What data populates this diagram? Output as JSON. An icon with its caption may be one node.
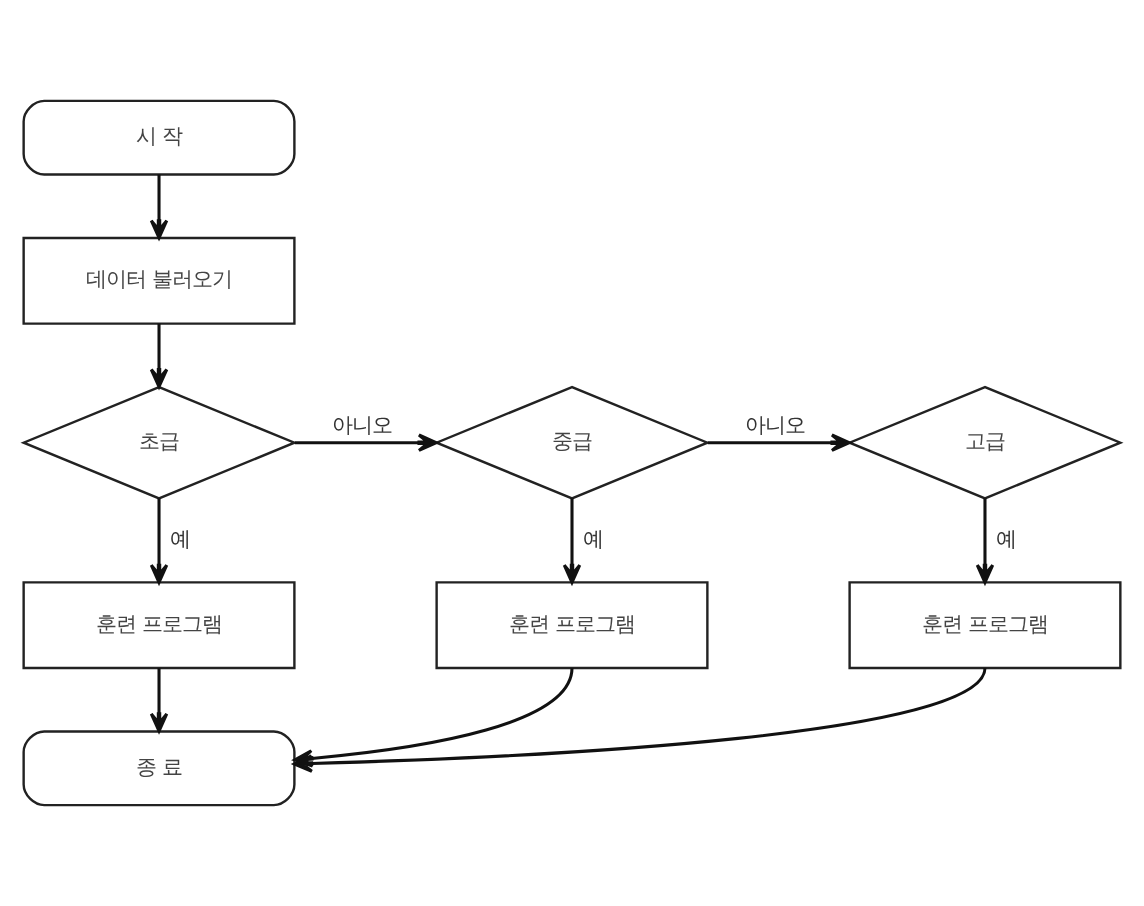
{
  "diagram": {
    "nodes": [
      {
        "text": [
          "시 작"
        ]
      },
      {
        "text": [
          "데이터 불러오기"
        ]
      },
      {
        "text": [
          "초급"
        ]
      },
      {
        "text": [
          "중급"
        ]
      },
      {
        "text": [
          "고급"
        ]
      },
      {
        "text": [
          "훈련 프로그램"
        ]
      },
      {
        "text": [
          "훈련 프로그램"
        ]
      },
      {
        "text": [
          "훈련 프로그램"
        ]
      },
      {
        "text": [
          "종 료"
        ]
      }
    ],
    "edges": [
      {
        "from": 0,
        "to": 1,
        "arrow": "to"
      },
      {
        "from": 1,
        "to": 2,
        "arrow": "to"
      },
      {
        "from": 2,
        "to": 3,
        "arrow": "to",
        "label": "아니오"
      },
      {
        "from": 3,
        "to": 4,
        "arrow": "to",
        "label": "아니오"
      },
      {
        "from": 2,
        "to": 5,
        "arrow": "to",
        "label": "예"
      },
      {
        "from": 3,
        "to": 6,
        "arrow": "to",
        "label": "예"
      },
      {
        "from": 4,
        "to": 7,
        "arrow": "to",
        "label": "예"
      },
      {
        "from": 5,
        "to": 8,
        "arrow": "to"
      },
      {
        "from": 6,
        "to": 8,
        "arrow": "to"
      },
      {
        "from": 7,
        "to": 8,
        "arrow": "to"
      }
    ]
  }
}
